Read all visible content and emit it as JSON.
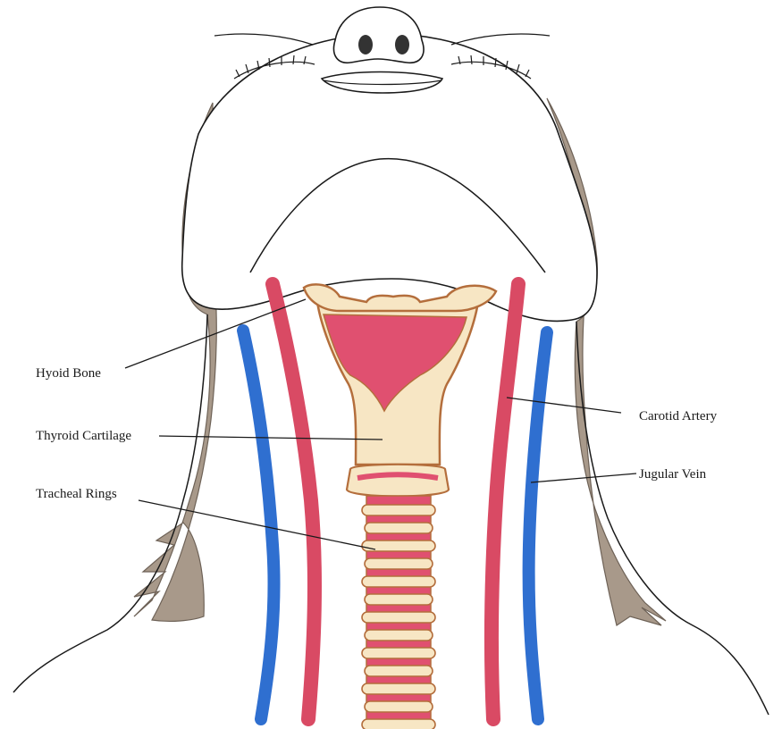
{
  "labels": {
    "hyoid_bone": "Hyoid Bone",
    "thyroid_cartilage": "Thyroid Cartilage",
    "tracheal_rings": "Tracheal Rings",
    "carotid_artery": "Carotid Artery",
    "jugular_vein": "Jugular Vein"
  },
  "colors": {
    "artery": "#d94a64",
    "vein": "#2f6fd0",
    "hair": "#a8998a",
    "cartilage": "#f7e6c4",
    "cartilage_outline": "#b46e3c",
    "lumen": "#e05070"
  }
}
